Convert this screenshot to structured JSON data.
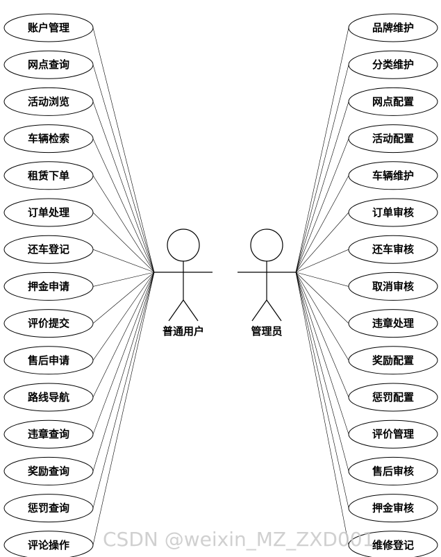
{
  "actors": {
    "user": {
      "label": "普通用户"
    },
    "admin": {
      "label": "管理员"
    }
  },
  "user_use_cases": [
    "账户管理",
    "网点查询",
    "活动浏览",
    "车辆检索",
    "租赁下单",
    "订单处理",
    "还车登记",
    "押金申请",
    "评价提交",
    "售后申请",
    "路线导航",
    "违章查询",
    "奖励查询",
    "惩罚查询",
    "评论操作"
  ],
  "admin_use_cases": [
    "品牌维护",
    "分类维护",
    "网点配置",
    "活动配置",
    "车辆维护",
    "订单审核",
    "还车审核",
    "取消审核",
    "违章处理",
    "奖励配置",
    "惩罚配置",
    "评价管理",
    "售后审核",
    "押金审核",
    "维修登记"
  ],
  "watermark": "CSDN @weixin_MZ_ZXD001"
}
